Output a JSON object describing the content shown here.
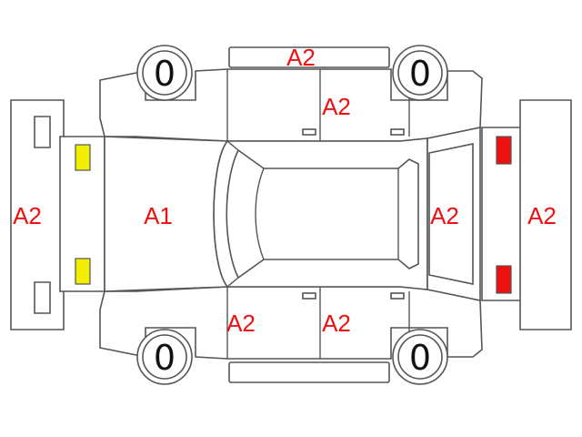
{
  "colors": {
    "line": "#555555",
    "label": "#ee1111",
    "front_lamp": "#f2ee00",
    "rear_lamp": "#ee1111",
    "background": "#ffffff"
  },
  "labels": {
    "roof_top_bar": "A2",
    "right_front_door": "A2",
    "hood": "A1",
    "trunk": "A2",
    "front_bumper": "A2",
    "rear_bumper": "A2",
    "left_front_door": "A2",
    "left_rear_door": "A2"
  },
  "tires": {
    "front_right": "0",
    "rear_right": "0",
    "front_left": "0",
    "rear_left": "0"
  }
}
